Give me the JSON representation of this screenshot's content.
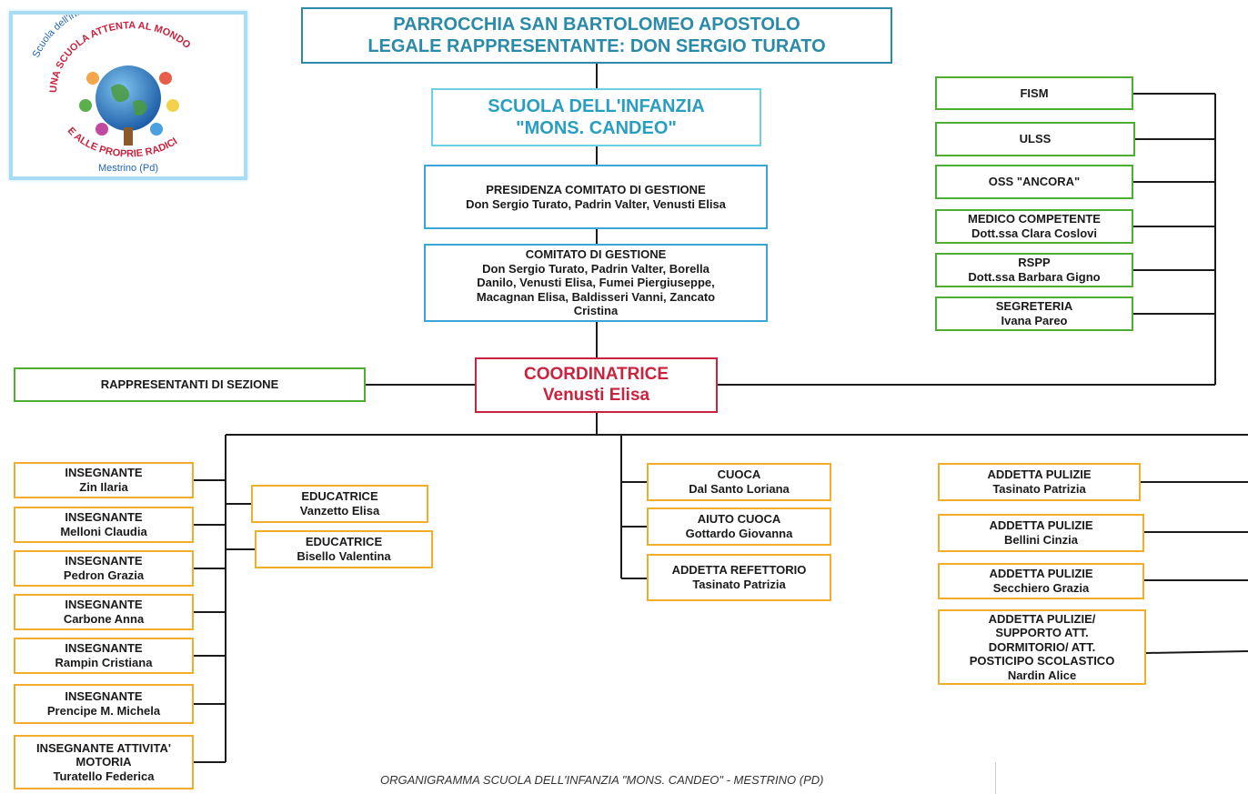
{
  "header": {
    "line1": "PARROCCHIA SAN BARTOLOMEO APOSTOLO",
    "line2": "LEGALE RAPPRESENTANTE: DON SERGIO TURATO"
  },
  "school": {
    "line1": "SCUOLA DELL'INFANZIA",
    "line2": "\"MONS. CANDEO\""
  },
  "presidenza": {
    "title": "PRESIDENZA COMITATO DI GESTIONE",
    "members": "Don Sergio Turato, Padrin Valter, Venusti Elisa"
  },
  "comitato": {
    "title": "COMITATO DI GESTIONE",
    "lines": [
      "Don Sergio Turato, Padrin Valter, Borella",
      "Danilo, Venusti Elisa, Fumei Piergiuseppe,",
      "Macagnan Elisa, Baldisseri Vanni, Zancato",
      "Cristina"
    ]
  },
  "coordinatrice": {
    "title": "COORDINATRICE",
    "name": "Venusti Elisa"
  },
  "rappresentanti": "RAPPRESENTANTI DI SEZIONE",
  "external": [
    {
      "title": "FISM",
      "name": ""
    },
    {
      "title": "ULSS",
      "name": ""
    },
    {
      "title": "OSS \"ANCORA\"",
      "name": ""
    },
    {
      "title": "MEDICO COMPETENTE",
      "name": "Dott.ssa Clara Coslovi"
    },
    {
      "title": "RSPP",
      "name": "Dott.ssa Barbara Gigno"
    },
    {
      "title": "SEGRETERIA",
      "name": "Ivana Pareo"
    }
  ],
  "teachers": [
    {
      "lines": [
        "INSEGNANTE",
        "Zin Ilaria"
      ]
    },
    {
      "lines": [
        "INSEGNANTE",
        "Melloni Claudia"
      ]
    },
    {
      "lines": [
        "INSEGNANTE",
        "Pedron Grazia"
      ]
    },
    {
      "lines": [
        "INSEGNANTE",
        "Carbone Anna"
      ]
    },
    {
      "lines": [
        "INSEGNANTE",
        "Rampin Cristiana"
      ]
    },
    {
      "lines": [
        "INSEGNANTE",
        "Prencipe M. Michela"
      ]
    },
    {
      "lines": [
        "INSEGNANTE ATTIVITA'",
        "MOTORIA",
        "Turatello Federica"
      ]
    }
  ],
  "educators": [
    {
      "lines": [
        "EDUCATRICE",
        "Vanzetto Elisa"
      ]
    },
    {
      "lines": [
        "EDUCATRICE",
        "Bisello Valentina"
      ]
    }
  ],
  "kitchen": [
    {
      "lines": [
        "CUOCA",
        "Dal Santo Loriana"
      ]
    },
    {
      "lines": [
        "AIUTO CUOCA",
        "Gottardo Giovanna"
      ]
    },
    {
      "lines": [
        "ADDETTA REFETTORIO",
        "Tasinato Patrizia"
      ]
    }
  ],
  "cleaning": [
    {
      "lines": [
        "ADDETTA PULIZIE",
        "Tasinato Patrizia"
      ]
    },
    {
      "lines": [
        "ADDETTA PULIZIE",
        "Bellini Cinzia"
      ]
    },
    {
      "lines": [
        "ADDETTA PULIZIE",
        "Secchiero Grazia"
      ]
    },
    {
      "lines": [
        "ADDETTA PULIZIE/",
        "SUPPORTO ATT.",
        "DORMITORIO/ ATT.",
        "POSTICIPO SCOLASTICO",
        "Nardin Alice"
      ]
    }
  ],
  "logo": {
    "arc_top": "Scuola dell'infanzia \"Mons. A. Candeo\"",
    "arc_red": "UNA SCUOLA ATTENTA AL MONDO",
    "arc_bottom": "E ALLE PROPRIE RADICI",
    "place": "Mestrino (Pd)"
  },
  "footer": "ORGANIGRAMMA SCUOLA DELL'INFANZIA \"MONS. CANDEO\" - MESTRINO (PD)",
  "colors": {
    "teal_dark": "#2a8aa7",
    "teal_light": "#6ed0e3",
    "blue": "#3aa5d6",
    "red": "#c8233f",
    "green": "#4caf34",
    "orange": "#f2ad2b"
  }
}
